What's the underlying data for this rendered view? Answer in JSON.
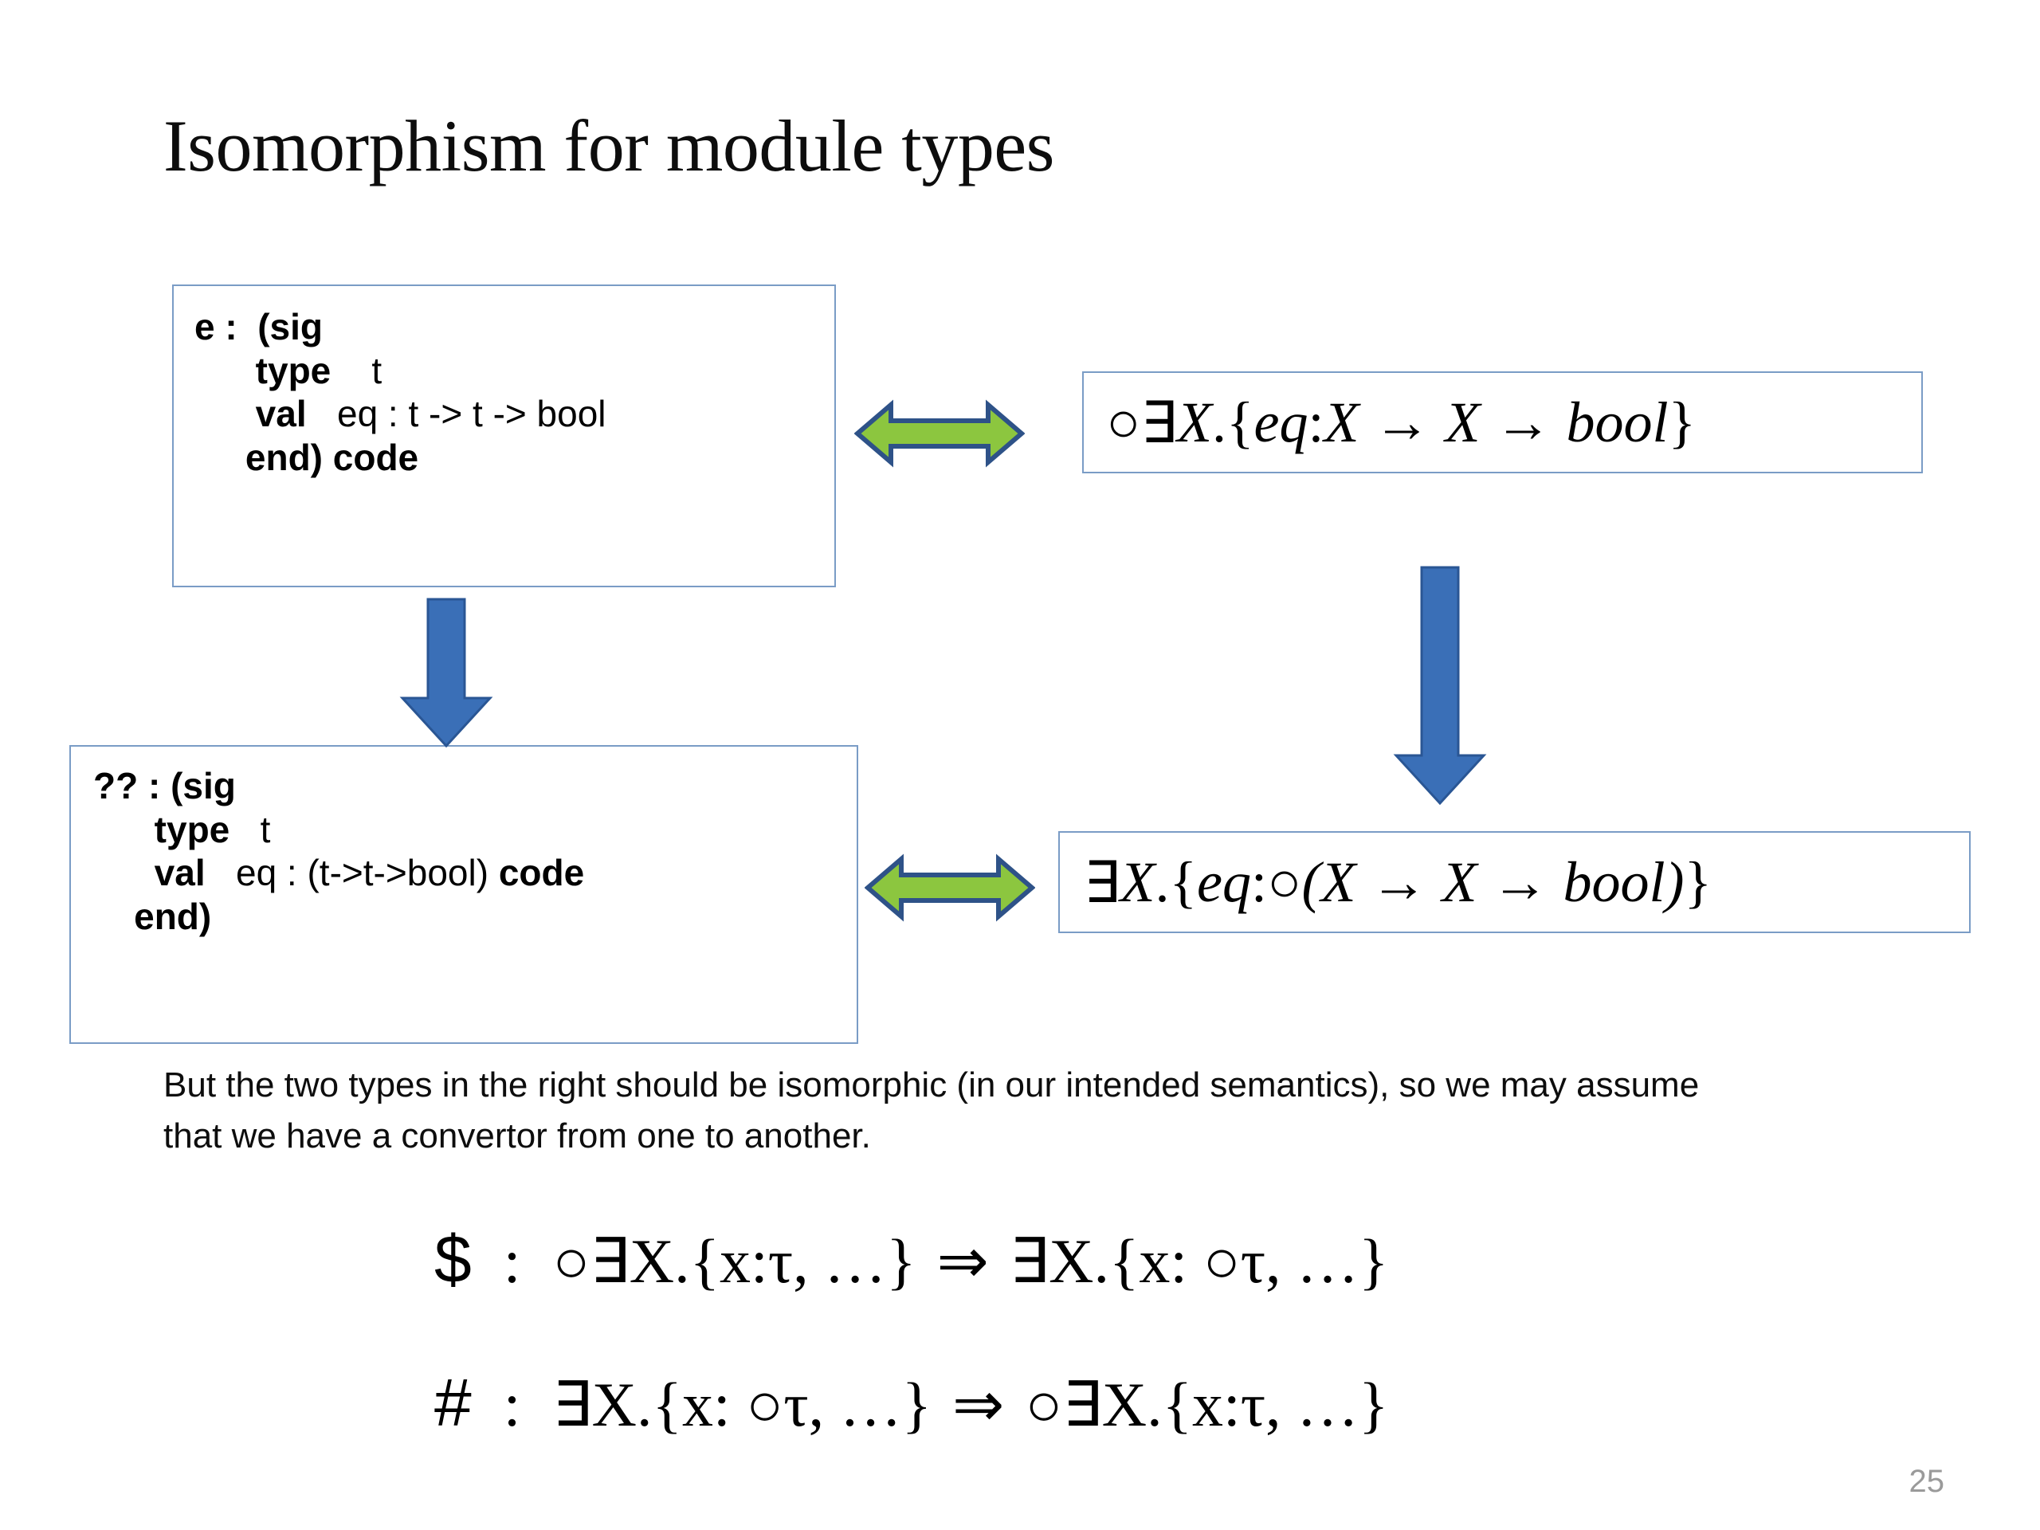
{
  "slide": {
    "title": "Isomorphism for module types",
    "page_number": "25",
    "accent_colors": {
      "box_border": "#7a9cc6",
      "arrow_green_fill": "#8cc63f",
      "arrow_green_outline": "#2e5288",
      "arrow_blue_fill": "#3a6fb7",
      "arrow_blue_outline": "#2a5694",
      "page_number_color": "#9a9a9a"
    }
  },
  "code_box_1": {
    "name": "signature-code-box-top-left",
    "lines": [
      {
        "bold": "e :  (sig",
        "plain": ""
      },
      {
        "bold": "      type",
        "plain": "    t"
      },
      {
        "bold": "      val",
        "plain": "   eq : t -> t -> bool"
      },
      {
        "bold": "     end) code",
        "plain": ""
      }
    ]
  },
  "code_box_2": {
    "name": "signature-code-box-bottom-left",
    "lines": [
      {
        "bold": "?? : (sig",
        "plain": ""
      },
      {
        "bold": "      type",
        "plain": "   t"
      },
      {
        "bold": "      val",
        "plain": "   eq : (t->t->bool) ",
        "bold_tail": "code"
      },
      {
        "bold": "    end)",
        "plain": ""
      }
    ]
  },
  "formula_box_1": {
    "name": "type-formula-top-right",
    "text": "○∃X.{eq : X → X → bool}",
    "parts": {
      "circle": "○",
      "exists": "∃",
      "var": "X",
      "dot_open": ".{",
      "field": "eq",
      "colon": " : ",
      "body": "X → X → bool",
      "close": "}"
    }
  },
  "formula_box_2": {
    "name": "type-formula-bottom-right",
    "text": "∃X.{eq : ○(X → X → bool)}",
    "parts": {
      "exists": "∃",
      "var": "X",
      "dot_open": ".{",
      "field": "eq",
      "colon": " : ",
      "circle": "○",
      "body": "(X → X → bool)",
      "close": "}"
    }
  },
  "body_text": {
    "line1": "But the two types in the right should be isomorphic (in our intended semantics), so we may assume",
    "line2": "that we have a convertor from one to another.",
    "full": "But the two types in the right should be isomorphic (in our intended semantics), so we may assume that we have a convertor from one to another."
  },
  "bottom_formulas": [
    {
      "name": "convertor-dollar",
      "symbol": "$",
      "colon": ":",
      "lhs": "○∃X.{x:τ, …}",
      "implies": "⇒",
      "rhs": "∃X.{x: ○τ, …}",
      "text": "$  :  ○∃X.{x:τ, …} ⇒ ∃X.{x: ○τ, …}"
    },
    {
      "name": "convertor-hash",
      "symbol": "#",
      "colon": ":",
      "lhs": "∃X.{x: ○τ, …}",
      "implies": "⇒",
      "rhs": "○∃X.{x:τ, …}",
      "text": "#  :  ∃X.{x: ○τ, …} ⇒ ○∃X.{x:τ, …}"
    }
  ],
  "arrows": {
    "green_top": {
      "name": "isomorphism-arrow-top",
      "direction": "double-horizontal"
    },
    "green_bottom": {
      "name": "isomorphism-arrow-bottom",
      "direction": "double-horizontal"
    },
    "blue_left": {
      "name": "transform-arrow-left",
      "direction": "down"
    },
    "blue_right": {
      "name": "transform-arrow-right",
      "direction": "down"
    }
  }
}
